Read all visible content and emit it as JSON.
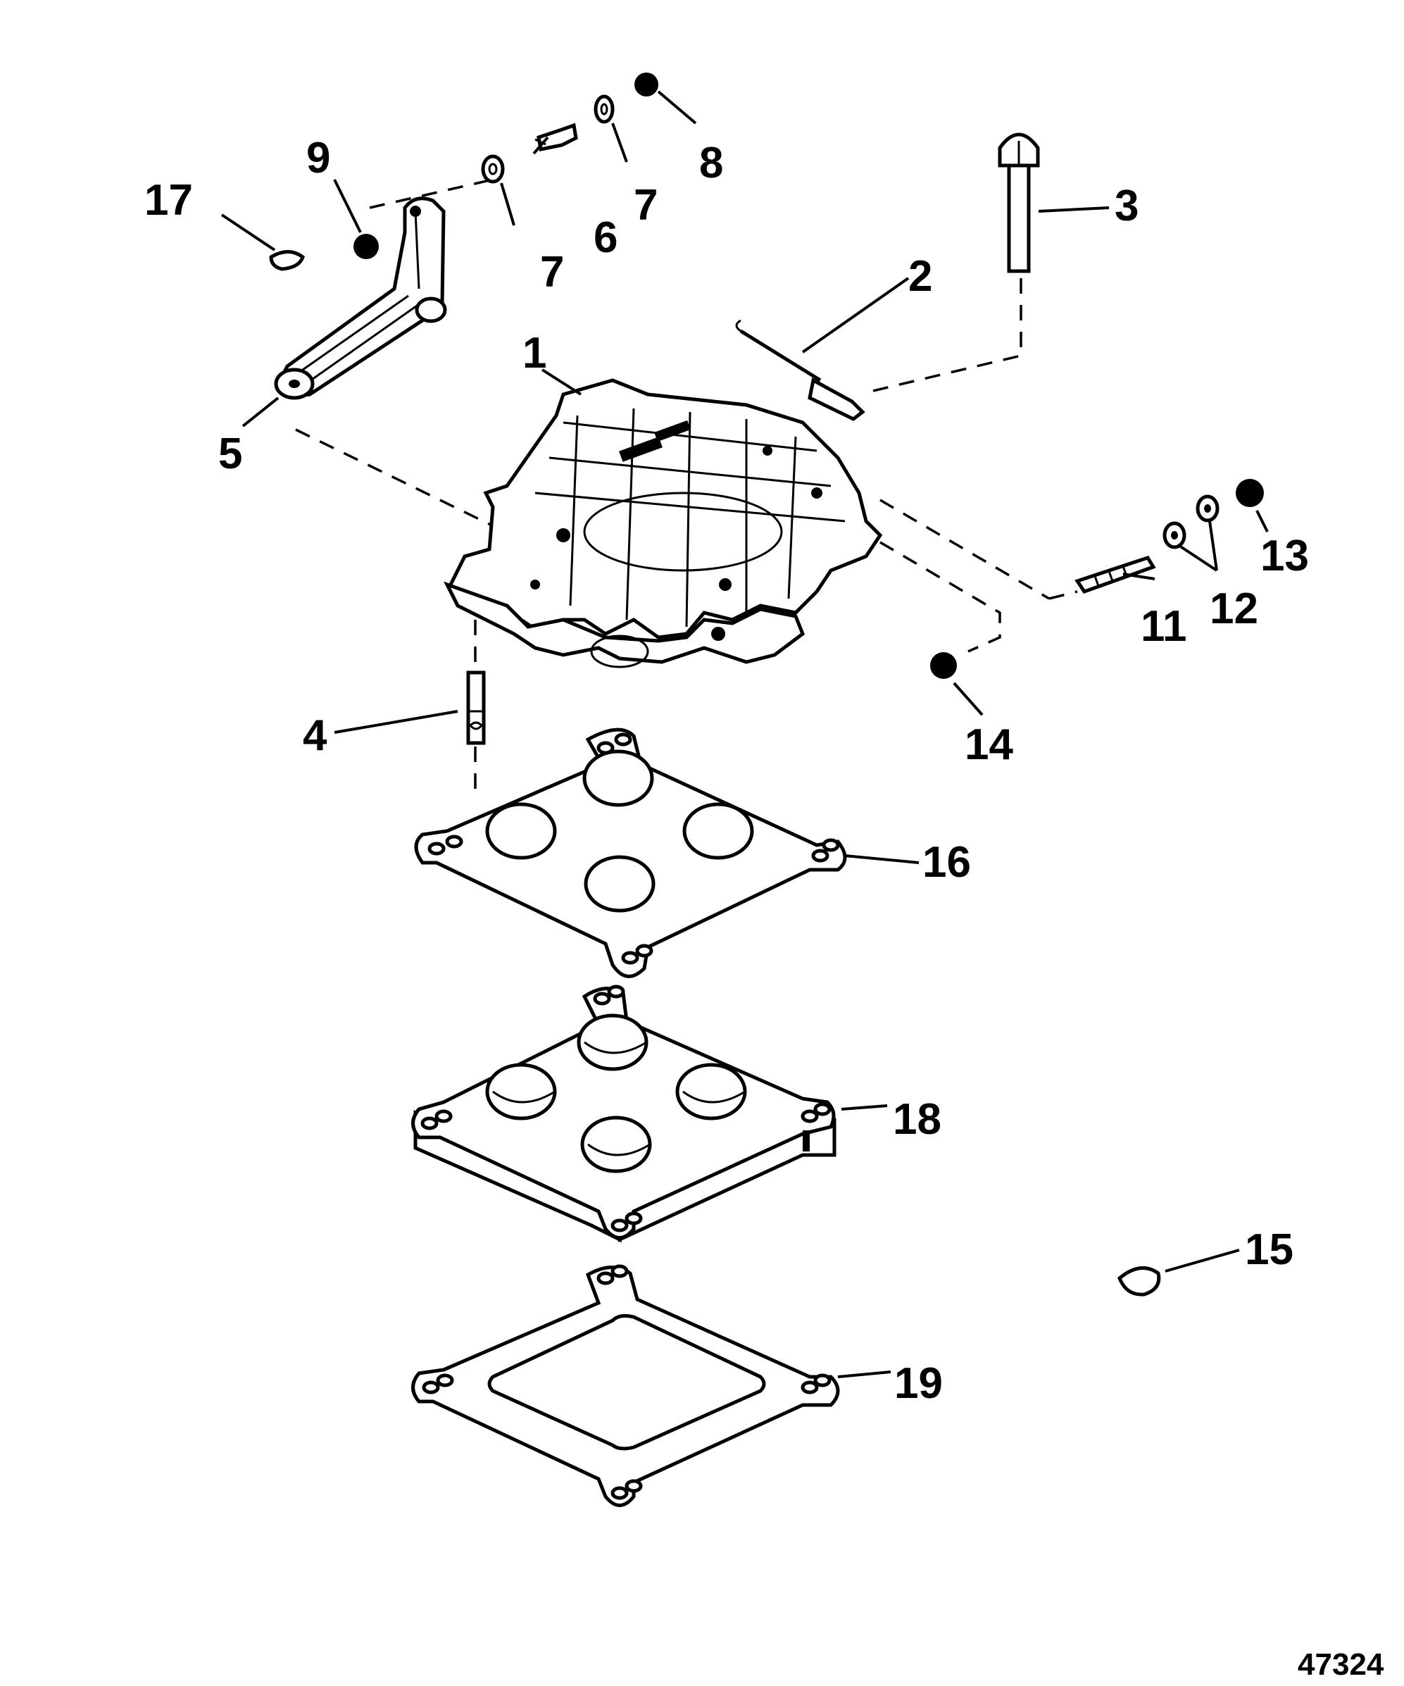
{
  "figure_number": "47324",
  "callouts": [
    "1",
    "2",
    "3",
    "4",
    "5",
    "6",
    "7",
    "7",
    "8",
    "9",
    "11",
    "12",
    "13",
    "14",
    "15",
    "16",
    "17",
    "18",
    "19"
  ]
}
